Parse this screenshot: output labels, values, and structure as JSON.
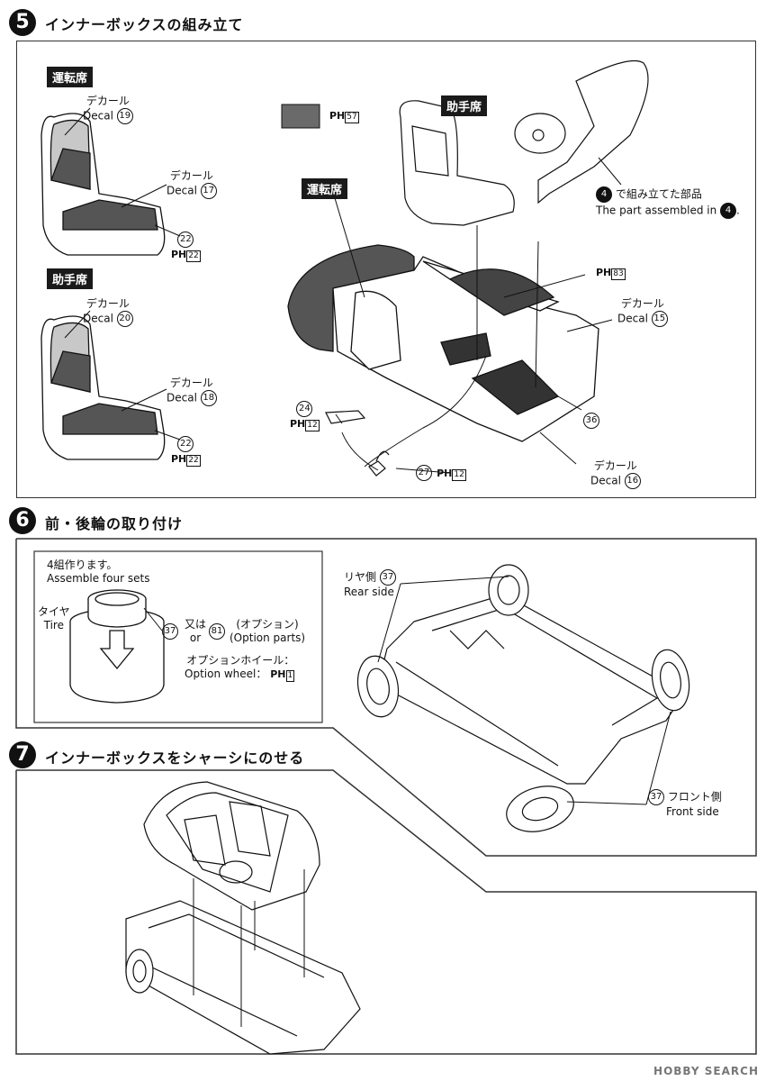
{
  "step5": {
    "number": "5",
    "title": "インナーボックスの組み立て",
    "driver_tag": "運転席",
    "passenger_tag": "助手席",
    "driver_tag2": "運転席",
    "passenger_tag2": "助手席",
    "decal_jp": "デカール",
    "decal_en": "Decal",
    "n19": "19",
    "n17": "17",
    "n22": "22",
    "n20": "20",
    "n18": "18",
    "n24": "24",
    "n27": "27",
    "n15": "15",
    "n16": "16",
    "n36": "36",
    "ph22": "22",
    "ph22b": "22",
    "ph12": "12",
    "ph12b": "12",
    "ph57": "57",
    "ph83": "83",
    "assembled_jp": "で組み立てた部品",
    "assembled_en": "The part assembled in",
    "assembled_step": "4",
    "ph_prefix": "PH"
  },
  "step6": {
    "number": "6",
    "title": "前・後輪の取り付け",
    "sets_jp": "4組作ります。",
    "sets_en": "Assemble four sets",
    "tire_jp": "タイヤ",
    "tire_en": "Tire",
    "n37": "37",
    "or_jp": "又は",
    "or_en": "or",
    "n81": "81",
    "option_jp": "(オプション)",
    "option_en": "(Option parts)",
    "wheel_jp": "オプションホイール：",
    "wheel_en": "Option wheel：",
    "ph1": "1",
    "rear_jp": "リヤ側",
    "rear_en": "Rear side",
    "front_jp": "フロント側",
    "front_en": "Front side"
  },
  "step7": {
    "number": "7",
    "title": "インナーボックスをシャーシにのせる"
  },
  "watermark": "HOBBY SEARCH",
  "colors": {
    "ink": "#111111",
    "gray_dark": "#555555",
    "gray_mid": "#9a9a9a",
    "gray_light": "#c8c8c8"
  }
}
